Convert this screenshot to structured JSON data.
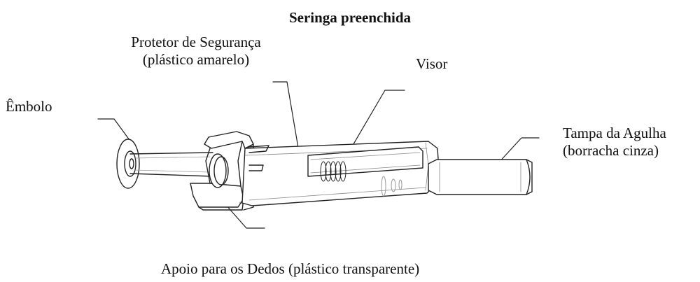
{
  "title": "Seringa preenchida",
  "labels": {
    "safety_guard_line1": "Protetor de Segurança",
    "safety_guard_line2": "(plástico amarelo)",
    "window": "Visor",
    "plunger": "Êmbolo",
    "needle_cap_line1": "Tampa da Agulha",
    "needle_cap_line2": "(borracha cinza)",
    "finger_grip": "Apoio para os Dedos (plástico transparente)"
  }
}
